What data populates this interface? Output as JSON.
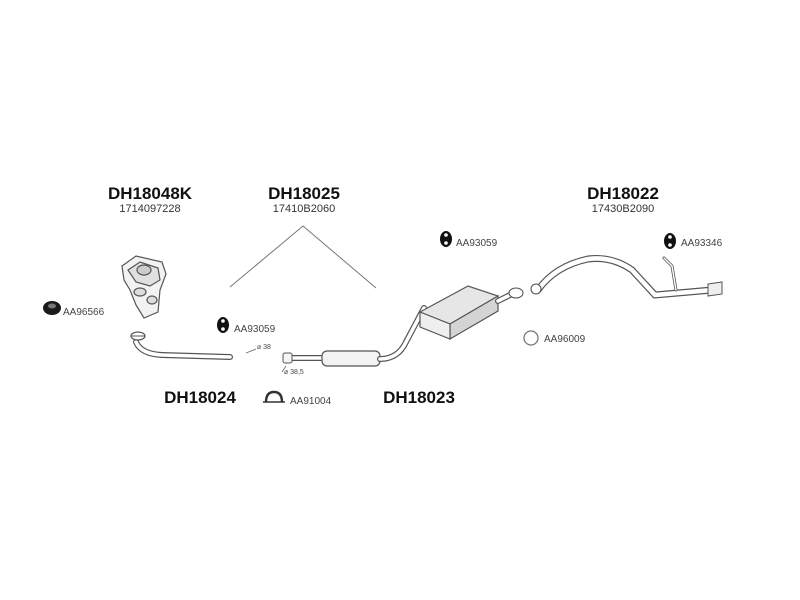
{
  "groups": [
    {
      "part_number": "DH18048K",
      "oem_number": "1714097228"
    },
    {
      "part_number": "DH18025",
      "oem_number": "17410B2060"
    },
    {
      "part_number": "DH18022",
      "oem_number": "17430B2090"
    },
    {
      "part_number": "DH18024",
      "oem_number": ""
    },
    {
      "part_number": "DH18023",
      "oem_number": ""
    }
  ],
  "accessories": [
    {
      "code": "AA96566",
      "icon": "rubber-mount-icon"
    },
    {
      "code": "AA93059",
      "icon": "rubber-hanger-icon"
    },
    {
      "code": "AA91004",
      "icon": "clamp-icon"
    },
    {
      "code": "AA93059",
      "icon": "rubber-hanger-icon"
    },
    {
      "code": "AA96009",
      "icon": "gasket-ring-icon"
    },
    {
      "code": "AA93346",
      "icon": "rubber-hanger-icon"
    }
  ],
  "dimensions": [
    {
      "text": "⌀ 38"
    },
    {
      "text": "⌀ 38,5"
    }
  ]
}
